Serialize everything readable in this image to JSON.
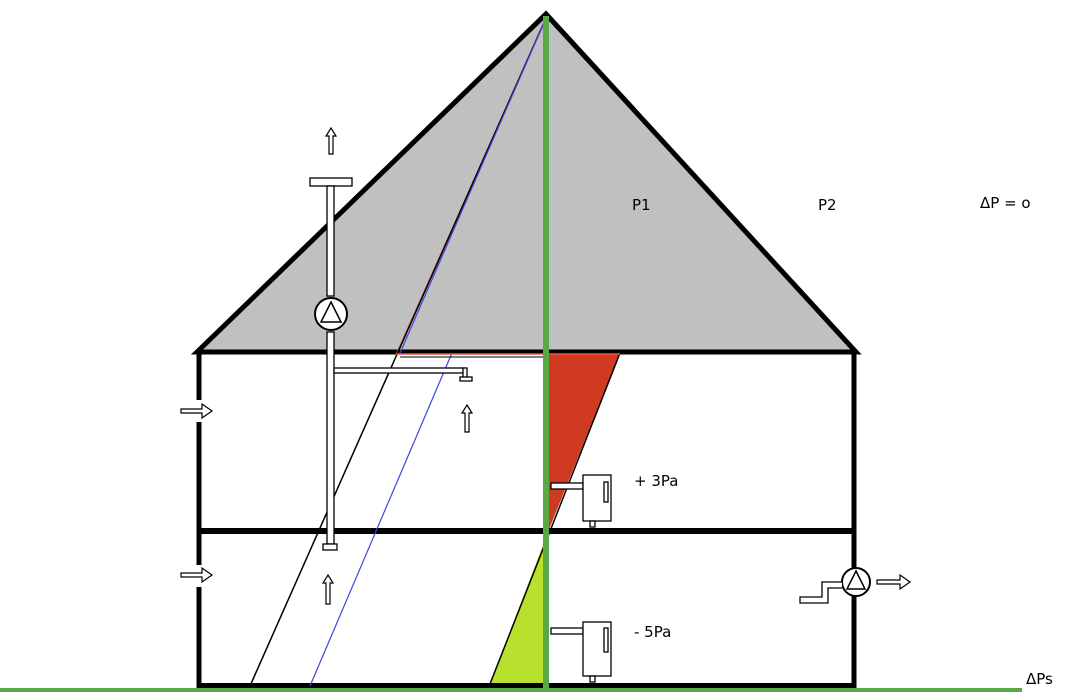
{
  "labels": {
    "p1": "P1",
    "p2": "P2",
    "delta_p": "ΔP = o",
    "upper_pressure": "+ 3Pa",
    "lower_pressure": "- 5Pa",
    "delta_ps": "ΔPs"
  },
  "colors": {
    "roof_fill": "#c0c0c0",
    "outline": "#000000",
    "neutral_axis": "#5aa846",
    "positive_pressure": "#d03a22",
    "negative_pressure": "#b8e02c",
    "gradient_line_blue": "#3c46dc",
    "gradient_line_red": "#e4583c"
  },
  "icons": [
    "up-arrow-icon",
    "right-arrow-icon",
    "fan-icon",
    "radiator-icon",
    "vent-icon"
  ]
}
